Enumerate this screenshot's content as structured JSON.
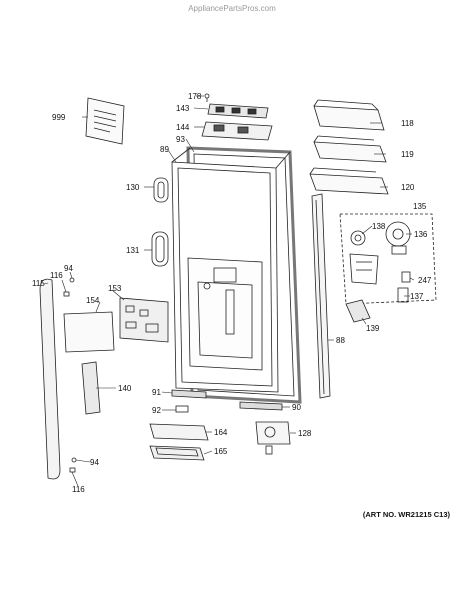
{
  "watermark": "AppliancePartsPros.com",
  "art_number": "(ART NO. WR21215 C13)",
  "callouts": {
    "c178": "178",
    "c143": "143",
    "c999": "999",
    "c144": "144",
    "c93": "93",
    "c89": "89",
    "c118": "118",
    "c119": "119",
    "c120": "120",
    "c130": "130",
    "c135": "135",
    "c138": "138",
    "c136": "136",
    "c131": "131",
    "c94a": "94",
    "c116a": "116",
    "c115": "115",
    "c153": "153",
    "c154": "154",
    "c247": "247",
    "c137": "137",
    "c139": "139",
    "c88": "88",
    "c140": "140",
    "c91": "91",
    "c90": "90",
    "c92": "92",
    "c164": "164",
    "c128": "128",
    "c165": "165",
    "c94b": "94",
    "c116b": "116"
  }
}
